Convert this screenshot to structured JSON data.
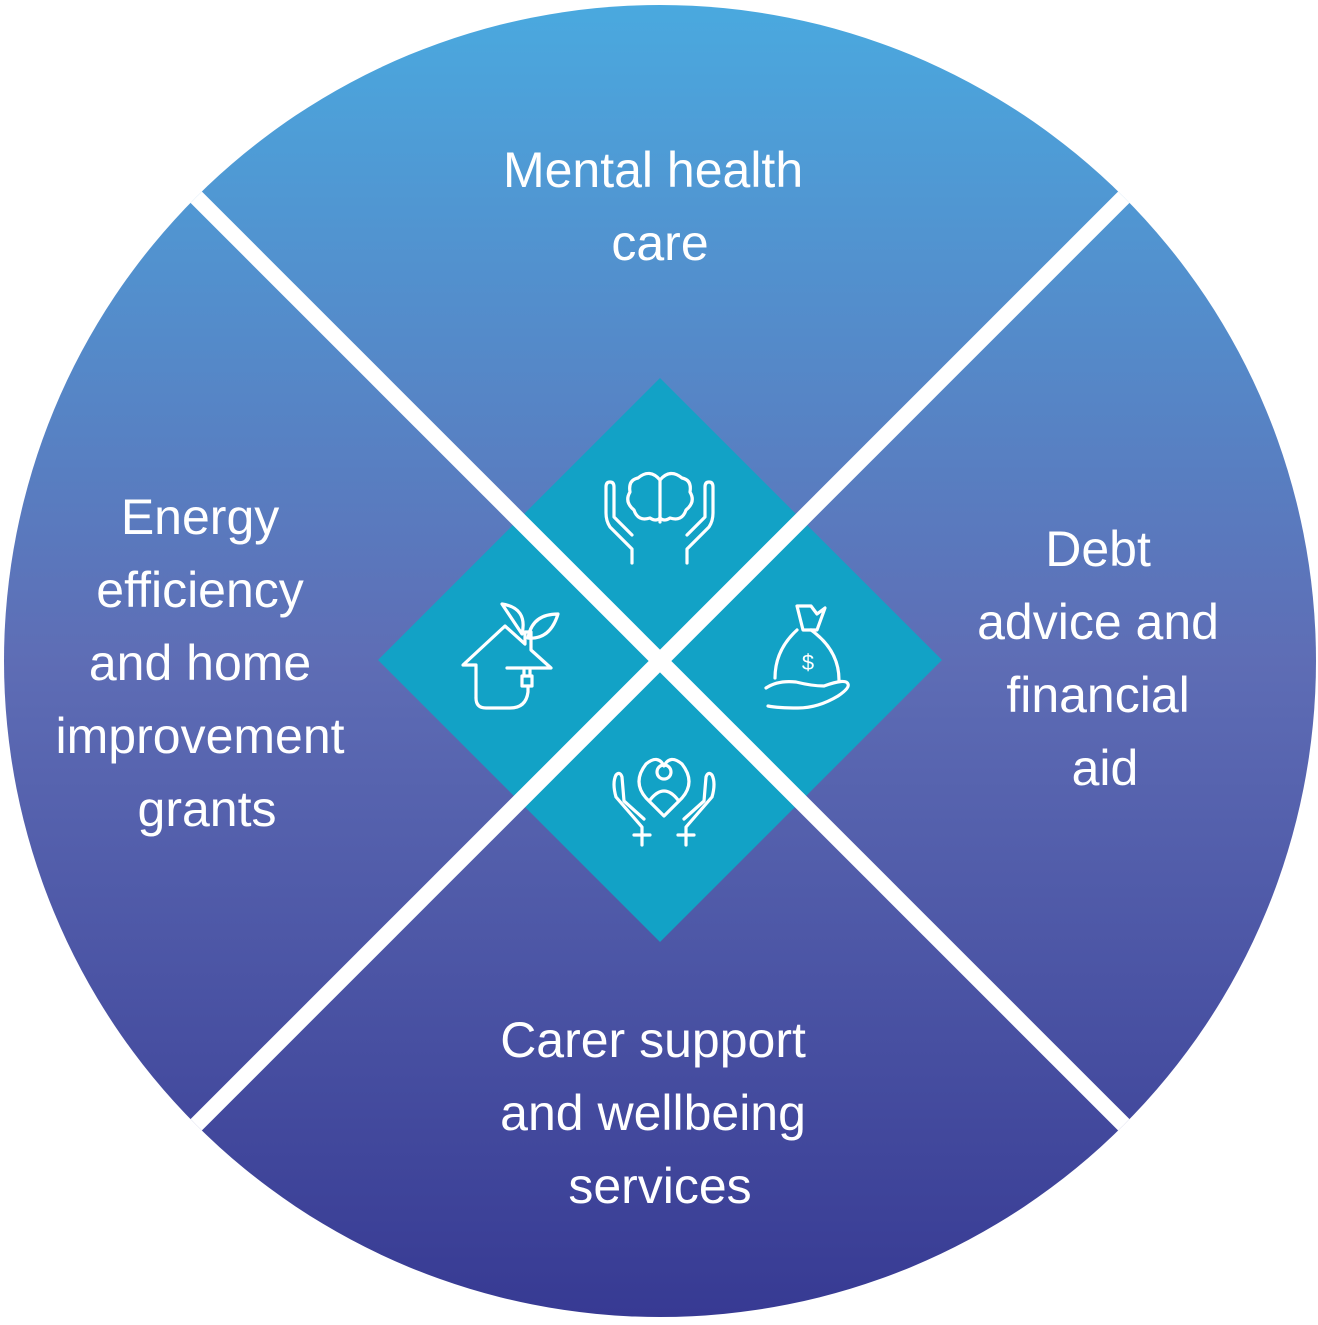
{
  "segments": {
    "top": {
      "lines": [
        "Mental health",
        "care"
      ],
      "icon": "brain-in-hands-icon"
    },
    "right": {
      "lines": [
        "Debt",
        "advice and",
        "financial",
        "aid"
      ],
      "icon": "money-bag-hand-icon"
    },
    "bottom": {
      "lines": [
        "Carer support",
        "and wellbeing",
        "services"
      ],
      "icon": "heart-person-hands-icon"
    },
    "left": {
      "lines": [
        "Energy",
        "efficiency",
        "and home",
        "improvement",
        "grants"
      ],
      "icon": "eco-house-plug-icon"
    }
  },
  "colors": {
    "gradient_top": "#4aa9df",
    "gradient_bottom": "#373a93",
    "diamond": "#12a2c6",
    "divider": "#ffffff"
  }
}
